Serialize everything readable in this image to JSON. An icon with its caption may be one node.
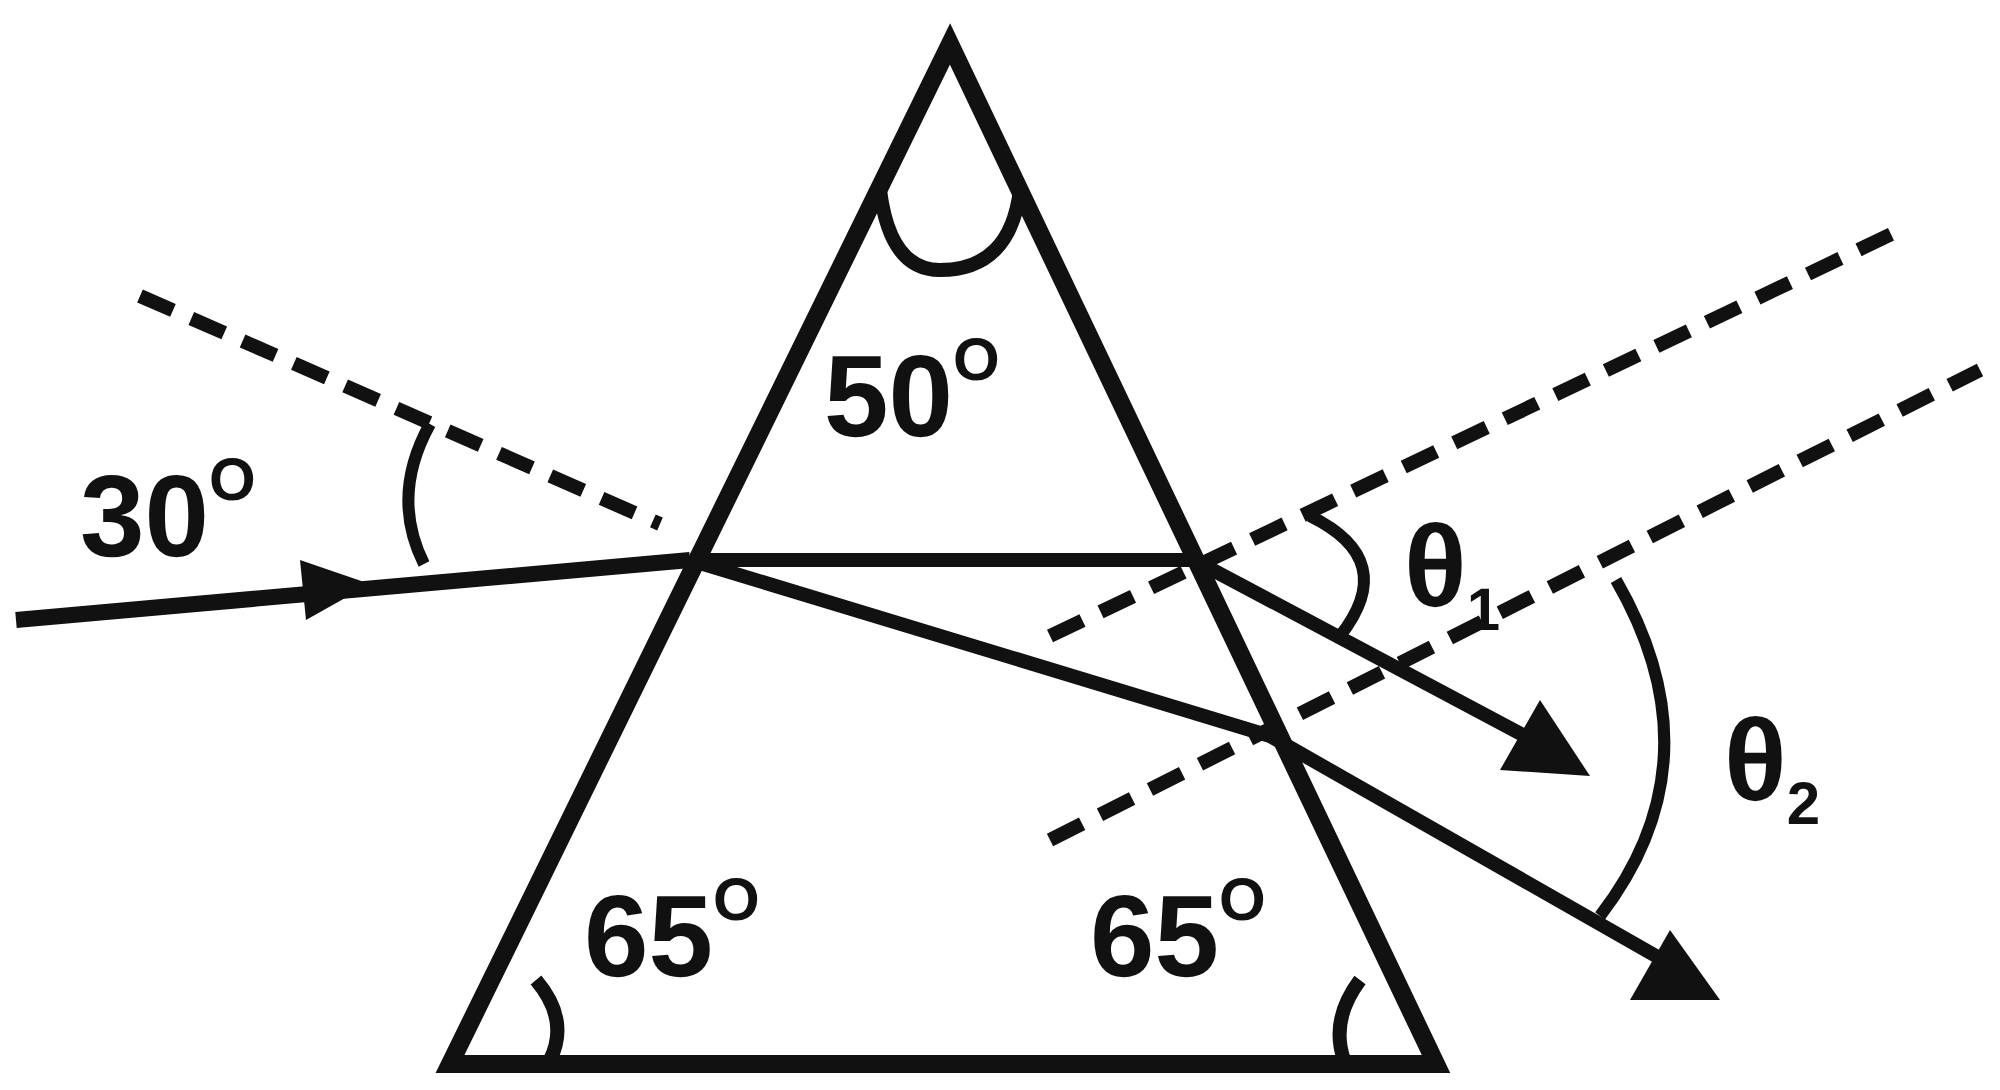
{
  "diagram": {
    "labels": [
      "50$^{O}$",
      "30$^{O}$",
      "θ$_{1}$",
      "θ$_{2}$",
      "65$^{O}$",
      "65$^{O}$"
    ]
  }
}
